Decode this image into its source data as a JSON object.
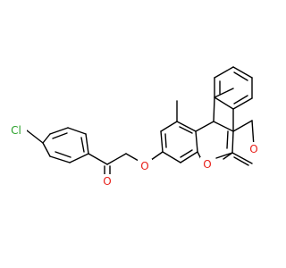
{
  "diagram": {
    "type": "chemical-structure",
    "background": "#ffffff",
    "atom_labels": {
      "chlorine": {
        "text": "Cl",
        "color": "#2aa12a"
      },
      "ketone_oxygen": {
        "text": "O",
        "color": "#e8201a"
      },
      "ether_oxygen": {
        "text": "O",
        "color": "#e8201a"
      },
      "ring_oxygen": {
        "text": "O",
        "color": "#e8201a"
      },
      "lactone_oxygen": {
        "text": "O",
        "color": "#e8201a"
      }
    }
  }
}
